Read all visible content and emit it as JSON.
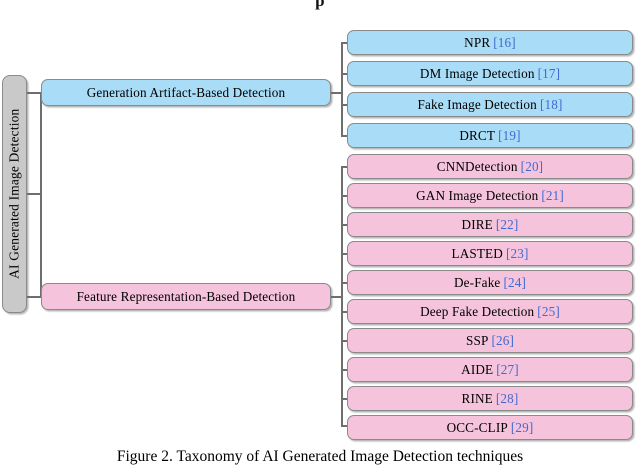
{
  "figure": {
    "top_fragment": "p",
    "caption": "Figure 2. Taxonomy of AI Generated Image Detection techniques"
  },
  "colors": {
    "blue_fill": "#A9DCF6",
    "pink_fill": "#F6C3DC",
    "root_fill": "#C9C9C9",
    "border": "#8A8A8A",
    "reference": "#4169CF",
    "connector": "#6E6E6E"
  },
  "root": {
    "label": "AI Generated Image Detection"
  },
  "branches": [
    {
      "label": "Generation Artifact-Based Detection",
      "color": "blue",
      "children": [
        {
          "name": "NPR",
          "ref": "[16]"
        },
        {
          "name": "DM Image Detection",
          "ref": "[17]"
        },
        {
          "name": "Fake Image Detection",
          "ref": "[18]"
        },
        {
          "name": "DRCT",
          "ref": "[19]"
        }
      ]
    },
    {
      "label": "Feature Representation-Based Detection",
      "color": "pink",
      "children": [
        {
          "name": "CNNDetection",
          "ref": "[20]"
        },
        {
          "name": "GAN Image Detection",
          "ref": "[21]"
        },
        {
          "name": "DIRE",
          "ref": "[22]"
        },
        {
          "name": "LASTED",
          "ref": "[23]"
        },
        {
          "name": "De-Fake",
          "ref": "[24]"
        },
        {
          "name": "Deep Fake Detection",
          "ref": "[25]"
        },
        {
          "name": "SSP",
          "ref": "[26]"
        },
        {
          "name": "AIDE",
          "ref": "[27]"
        },
        {
          "name": "RINE",
          "ref": "[28]"
        },
        {
          "name": "OCC-CLIP",
          "ref": "[29]"
        }
      ]
    }
  ]
}
